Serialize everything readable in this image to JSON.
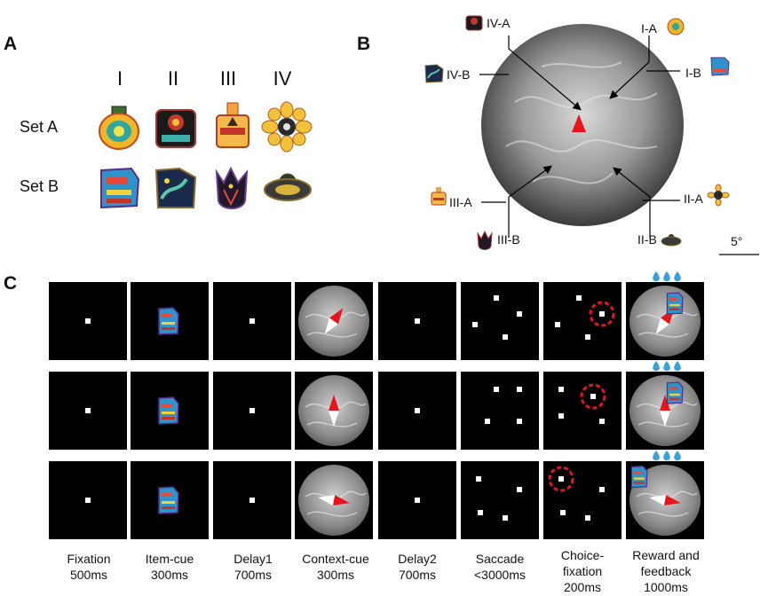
{
  "panels": {
    "a": "A",
    "b": "B",
    "c": "C"
  },
  "panel_a": {
    "columns": [
      "I",
      "II",
      "III",
      "IV"
    ],
    "rows": [
      "Set A",
      "Set B"
    ]
  },
  "panel_b": {
    "labels": {
      "IV-A": "IV-A",
      "IV-B": "IV-B",
      "I-A": "I-A",
      "I-B": "I-B",
      "III-A": "III-A",
      "III-B": "III-B",
      "II-A": "II-A",
      "II-B": "II-B"
    },
    "scale": "5°"
  },
  "panel_c": {
    "captions": [
      [
        "Fixation",
        "500ms"
      ],
      [
        "Item-cue",
        "300ms"
      ],
      [
        "Delay1",
        "700ms"
      ],
      [
        "Context-cue",
        "300ms"
      ],
      [
        "Delay2",
        "700ms"
      ],
      [
        "Saccade",
        "<3000ms"
      ],
      [
        "Choice-",
        "fixation",
        "200ms"
      ],
      [
        "Reward and",
        "feedback",
        "1000ms"
      ]
    ]
  },
  "colors": {
    "arrow_red": "#e8141b",
    "cue_ring": "#e8141b",
    "water_drop": "#3aa0d8"
  }
}
